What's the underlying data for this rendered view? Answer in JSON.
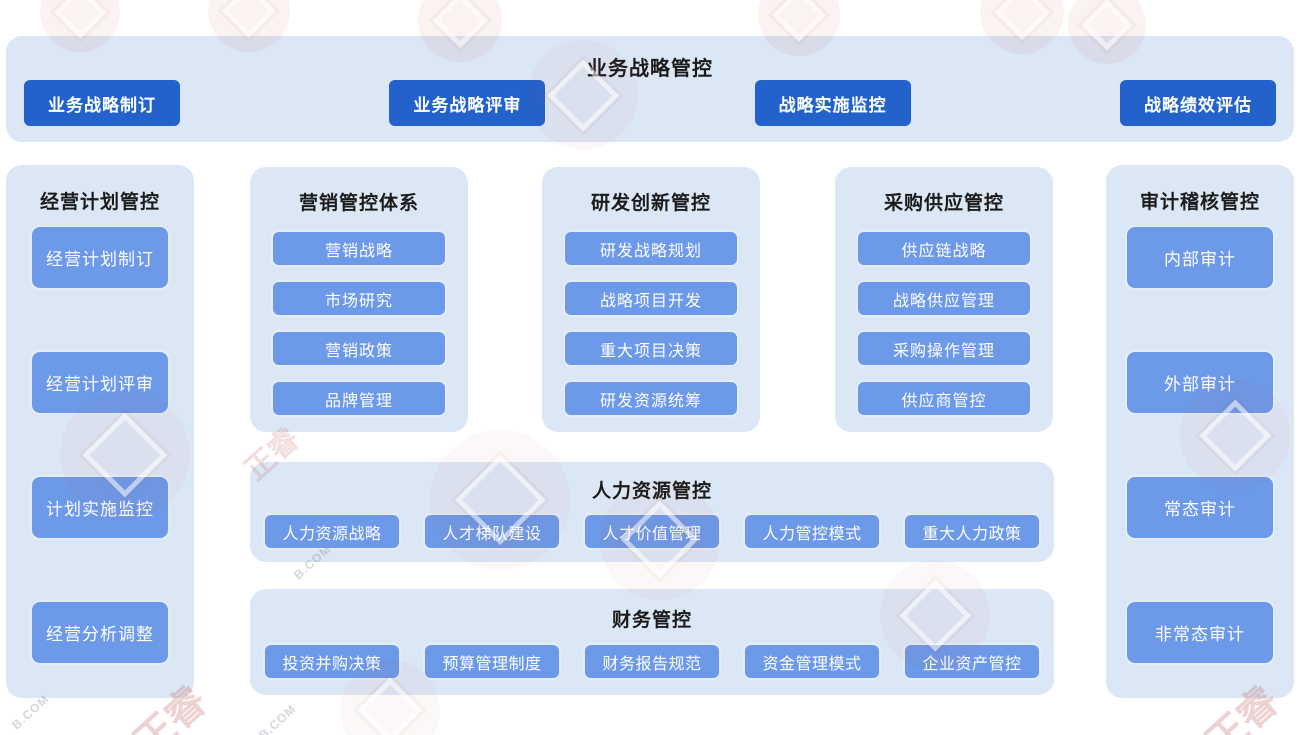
{
  "banner": {
    "title": "业务战略管控",
    "buttons": [
      "业务战略制订",
      "业务战略评审",
      "战略实施监控",
      "战略绩效评估"
    ]
  },
  "left_column": {
    "title": "经营计划管控",
    "items": [
      "经营计划制订",
      "经营计划评审",
      "计划实施监控",
      "经营分析调整"
    ]
  },
  "middle_columns": [
    {
      "title": "营销管控体系",
      "items": [
        "营销战略",
        "市场研究",
        "营销政策",
        "品牌管理"
      ]
    },
    {
      "title": "研发创新管控",
      "items": [
        "研发战略规划",
        "战略项目开发",
        "重大项目决策",
        "研发资源统筹"
      ]
    },
    {
      "title": "采购供应管控",
      "items": [
        "供应链战略",
        "战略供应管理",
        "采购操作管理",
        "供应商管控"
      ]
    }
  ],
  "bottom_rows": [
    {
      "title": "人力资源管控",
      "items": [
        "人力资源战略",
        "人才梯队建设",
        "人才价值管理",
        "人力管控模式",
        "重大人力政策"
      ]
    },
    {
      "title": "财务管控",
      "items": [
        "投资并购决策",
        "预算管理制度",
        "财务报告规范",
        "资金管理模式",
        "企业资产管控"
      ]
    }
  ],
  "right_column": {
    "title": "审计稽核管控",
    "items": [
      "内部审计",
      "外部审计",
      "常态审计",
      "非常态审计"
    ]
  },
  "watermark": {
    "brand_text": "正睿",
    "url_fragment": "B.COM"
  },
  "colors": {
    "panel_background": "#dbe7f5",
    "primary_button": "#2262ca",
    "secondary_button": "#6c99e8",
    "button_text": "#ffffff",
    "title_text": "#1b1b1b"
  }
}
